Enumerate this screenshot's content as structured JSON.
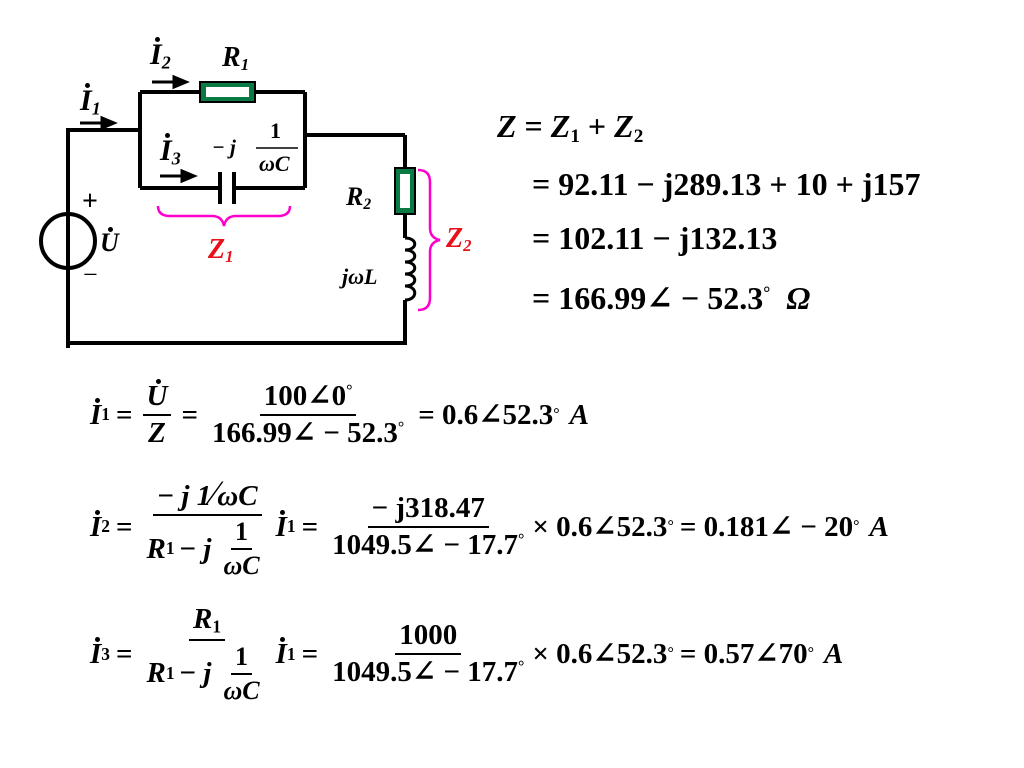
{
  "circuit": {
    "labels": {
      "i1": "I",
      "i1_sub": "1",
      "i2": "I",
      "i2_sub": "2",
      "i3": "I",
      "i3_sub": "3",
      "r1": "R",
      "r1_sub": "1",
      "r2": "R",
      "r2_sub": "2",
      "cap_prefix": "− j",
      "cap_num": "1",
      "cap_den": "ωC",
      "z1": "Z",
      "z1_sub": "1",
      "z2": "Z",
      "z2_sub": "2",
      "source": "U",
      "plus": "+",
      "minus": "−",
      "inductor": "jωL"
    },
    "colors": {
      "wire": "#000000",
      "resistor_fill": "#0a7a45",
      "resistor_core": "#ffffff",
      "brace": "#ff00cc",
      "z_label": "#e8101a"
    }
  },
  "impedance": {
    "line1": {
      "lhs": "Z",
      "eq": "=",
      "a": "Z",
      "a_sub": "1",
      "op": "+",
      "b": "Z",
      "b_sub": "2"
    },
    "line2": "= 92.11 − j289.13 + 10 + j157",
    "line3": "= 102.11 − j132.13",
    "line4_value": "= 166.99∠ − 52.3",
    "line4_unit": "Ω"
  },
  "current1": {
    "lhs": "I",
    "lhs_sub": "1",
    "frac1_num": "U",
    "frac1_den": "Z",
    "frac2_num": "100∠0",
    "frac2_den": "166.99∠ − 52.3",
    "result": "= 0.6∠52.3",
    "unit": "A"
  },
  "current2": {
    "lhs": "I",
    "lhs_sub": "2",
    "num_prefix": "− j 1",
    "num_slash_den": "ωC",
    "den_prefix": "R",
    "den_sub": "1",
    "den_mid": "− j",
    "den_num": "1",
    "den_den": "ωC",
    "i": "I",
    "i_sub": "1",
    "frac2_num": "− j318.47",
    "frac2_den": "1049.5∠ − 17.7",
    "mult": "× 0.6∠52.3",
    "result": "= 0.181∠ − 20",
    "unit": "A"
  },
  "current3": {
    "lhs": "I",
    "lhs_sub": "3",
    "num": "R",
    "num_sub": "1",
    "den_prefix": "R",
    "den_sub": "1",
    "den_mid": "− j",
    "den_num": "1",
    "den_den": "ωC",
    "i": "I",
    "i_sub": "1",
    "frac2_num": "1000",
    "frac2_den": "1049.5∠ − 17.7",
    "mult": "× 0.6∠52.3",
    "result": "= 0.57∠70",
    "unit": "A"
  }
}
